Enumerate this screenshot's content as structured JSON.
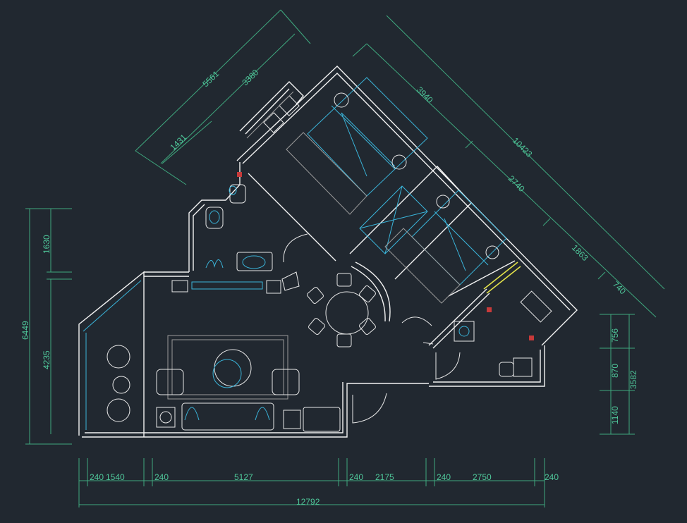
{
  "colors": {
    "background": "#212830",
    "dimension": "#4fc79a",
    "wall": "#f2f2f2",
    "furniture": "#3ab3d8"
  },
  "dimensions": {
    "top_left": [
      "5561",
      "3380",
      "1431"
    ],
    "top_right": [
      "3940",
      "10423",
      "2740",
      "1863",
      "740"
    ],
    "left": [
      "1630",
      "6449",
      "4235"
    ],
    "right": [
      "756",
      "870",
      "3582",
      "1140"
    ],
    "bottom": [
      "240",
      "1540",
      "240",
      "5127",
      "240",
      "2175",
      "240",
      "2750",
      "240"
    ],
    "bottom_total": "12792"
  }
}
